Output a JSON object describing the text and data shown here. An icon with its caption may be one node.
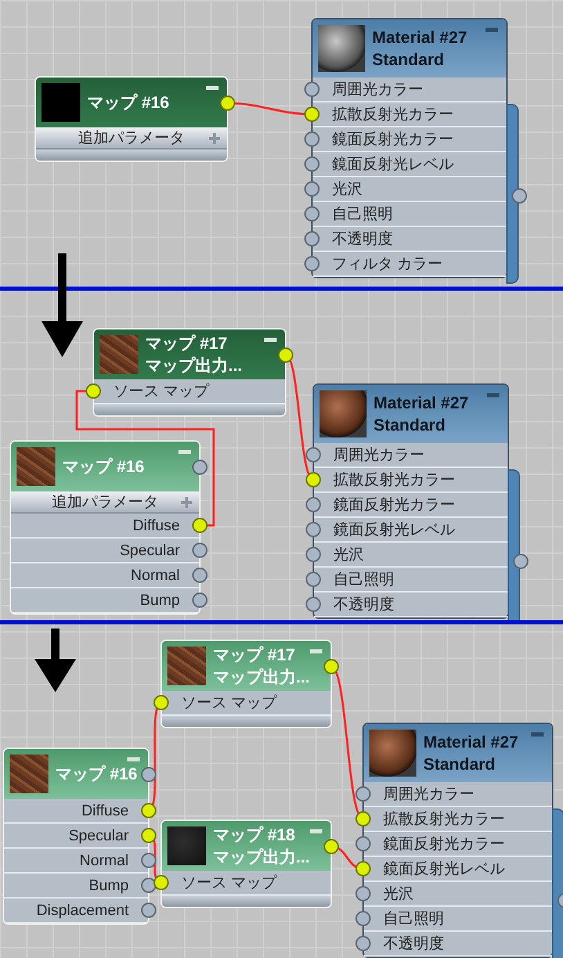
{
  "diagram": {
    "nodes": [
      {
        "text": [
          "マップ #16"
        ]
      },
      {
        "text": [
          "追加パラメータ"
        ],
        "in": 0
      },
      {
        "text": [
          "Material #27",
          "Standard"
        ]
      },
      {
        "text": [
          "周囲光カラー"
        ],
        "in": 2
      },
      {
        "text": [
          "拡散反射光カラー"
        ],
        "in": 2
      },
      {
        "text": [
          "鏡面反射光カラー"
        ],
        "in": 2
      },
      {
        "text": [
          "鏡面反射光レベル"
        ],
        "in": 2
      },
      {
        "text": [
          "光沢"
        ],
        "in": 2
      },
      {
        "text": [
          "自己照明"
        ],
        "in": 2
      },
      {
        "text": [
          "不透明度"
        ],
        "in": 2
      },
      {
        "text": [
          "フィルタ カラー"
        ],
        "in": 2
      },
      {
        "text": [
          "マップ #17",
          "マップ出力..."
        ]
      },
      {
        "text": [
          "ソース マップ"
        ],
        "in": 11
      },
      {
        "text": [
          "Material #27",
          "Standard"
        ]
      },
      {
        "text": [
          "周囲光カラー"
        ],
        "in": 13
      },
      {
        "text": [
          "拡散反射光カラー"
        ],
        "in": 13
      },
      {
        "text": [
          "鏡面反射光カラー"
        ],
        "in": 13
      },
      {
        "text": [
          "鏡面反射光レベル"
        ],
        "in": 13
      },
      {
        "text": [
          "光沢"
        ],
        "in": 13
      },
      {
        "text": [
          "自己照明"
        ],
        "in": 13
      },
      {
        "text": [
          "不透明度"
        ],
        "in": 13
      },
      {
        "text": [
          "マップ #16"
        ]
      },
      {
        "text": [
          "追加パラメータ"
        ],
        "in": 21
      },
      {
        "text": [
          "Diffuse"
        ],
        "in": 21
      },
      {
        "text": [
          "Specular"
        ],
        "in": 21
      },
      {
        "text": [
          "Normal"
        ],
        "in": 21
      },
      {
        "text": [
          "Bump"
        ],
        "in": 21
      },
      {
        "text": [
          "マップ #17",
          "マップ出力..."
        ]
      },
      {
        "text": [
          "ソース マップ"
        ],
        "in": 27
      },
      {
        "text": [
          "マップ #16"
        ]
      },
      {
        "text": [
          "Diffuse"
        ],
        "in": 29
      },
      {
        "text": [
          "Specular"
        ],
        "in": 29
      },
      {
        "text": [
          "Normal"
        ],
        "in": 29
      },
      {
        "text": [
          "Bump"
        ],
        "in": 29
      },
      {
        "text": [
          "Displacement"
        ],
        "in": 29
      },
      {
        "text": [
          "マップ #18",
          "マップ出力..."
        ]
      },
      {
        "text": [
          "ソース マップ"
        ],
        "in": 35
      },
      {
        "text": [
          "Material #27",
          "Standard"
        ]
      },
      {
        "text": [
          "周囲光カラー"
        ],
        "in": 37
      },
      {
        "text": [
          "拡散反射光カラー"
        ],
        "in": 37
      },
      {
        "text": [
          "鏡面反射光カラー"
        ],
        "in": 37
      },
      {
        "text": [
          "鏡面反射光レベル"
        ],
        "in": 37
      },
      {
        "text": [
          "光沢"
        ],
        "in": 37
      },
      {
        "text": [
          "自己照明"
        ],
        "in": 37
      },
      {
        "text": [
          "不透明度"
        ],
        "in": 37
      }
    ],
    "edges": [
      {
        "from": 0,
        "to": 4,
        "arrow": "none"
      },
      {
        "from": 11,
        "to": 15,
        "arrow": "none"
      },
      {
        "from": 23,
        "to": 12,
        "arrow": "none"
      },
      {
        "from": 27,
        "to": 39,
        "arrow": "none"
      },
      {
        "from": 30,
        "to": 28,
        "arrow": "none"
      },
      {
        "from": 35,
        "to": 41,
        "arrow": "none"
      },
      {
        "from": 31,
        "to": 36,
        "arrow": "none"
      }
    ]
  }
}
